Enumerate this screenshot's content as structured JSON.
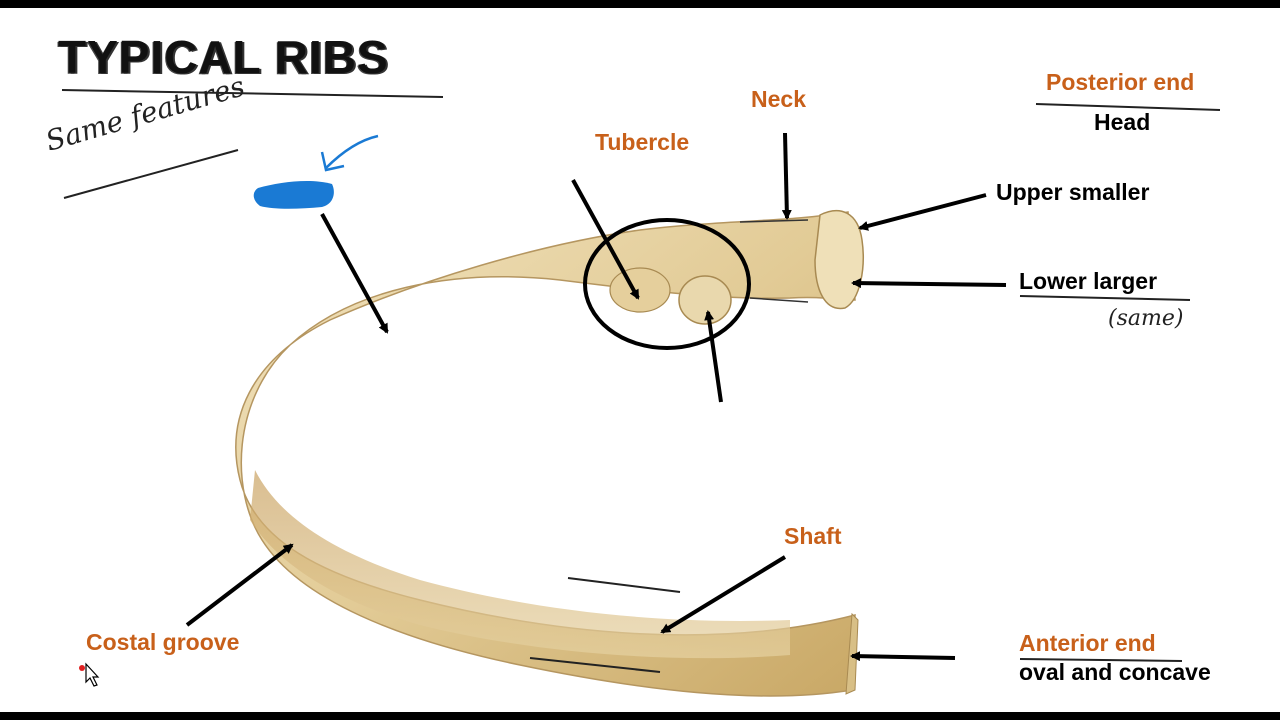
{
  "title": "TYPICAL RIBS",
  "handwritten_notes": {
    "same_features": "Same features",
    "same": "(same)"
  },
  "labels": {
    "neck": "Neck",
    "tubercle": "Tubercle",
    "posterior_end": "Posterior end",
    "head": "Head",
    "upper_smaller": "Upper smaller",
    "lower_larger": "Lower larger",
    "shaft": "Shaft",
    "costal_groove": "Costal groove",
    "anterior_end": "Anterior end",
    "oval_and_concave": "oval and concave"
  },
  "colors": {
    "label_orange": "#c8601a",
    "label_black": "#000000",
    "bone": "#e8d5a8",
    "annotation_blue": "#1a7ad4",
    "highlight_circle": "#000000"
  },
  "icons": {
    "cursor": "mouse-pointer-icon"
  }
}
